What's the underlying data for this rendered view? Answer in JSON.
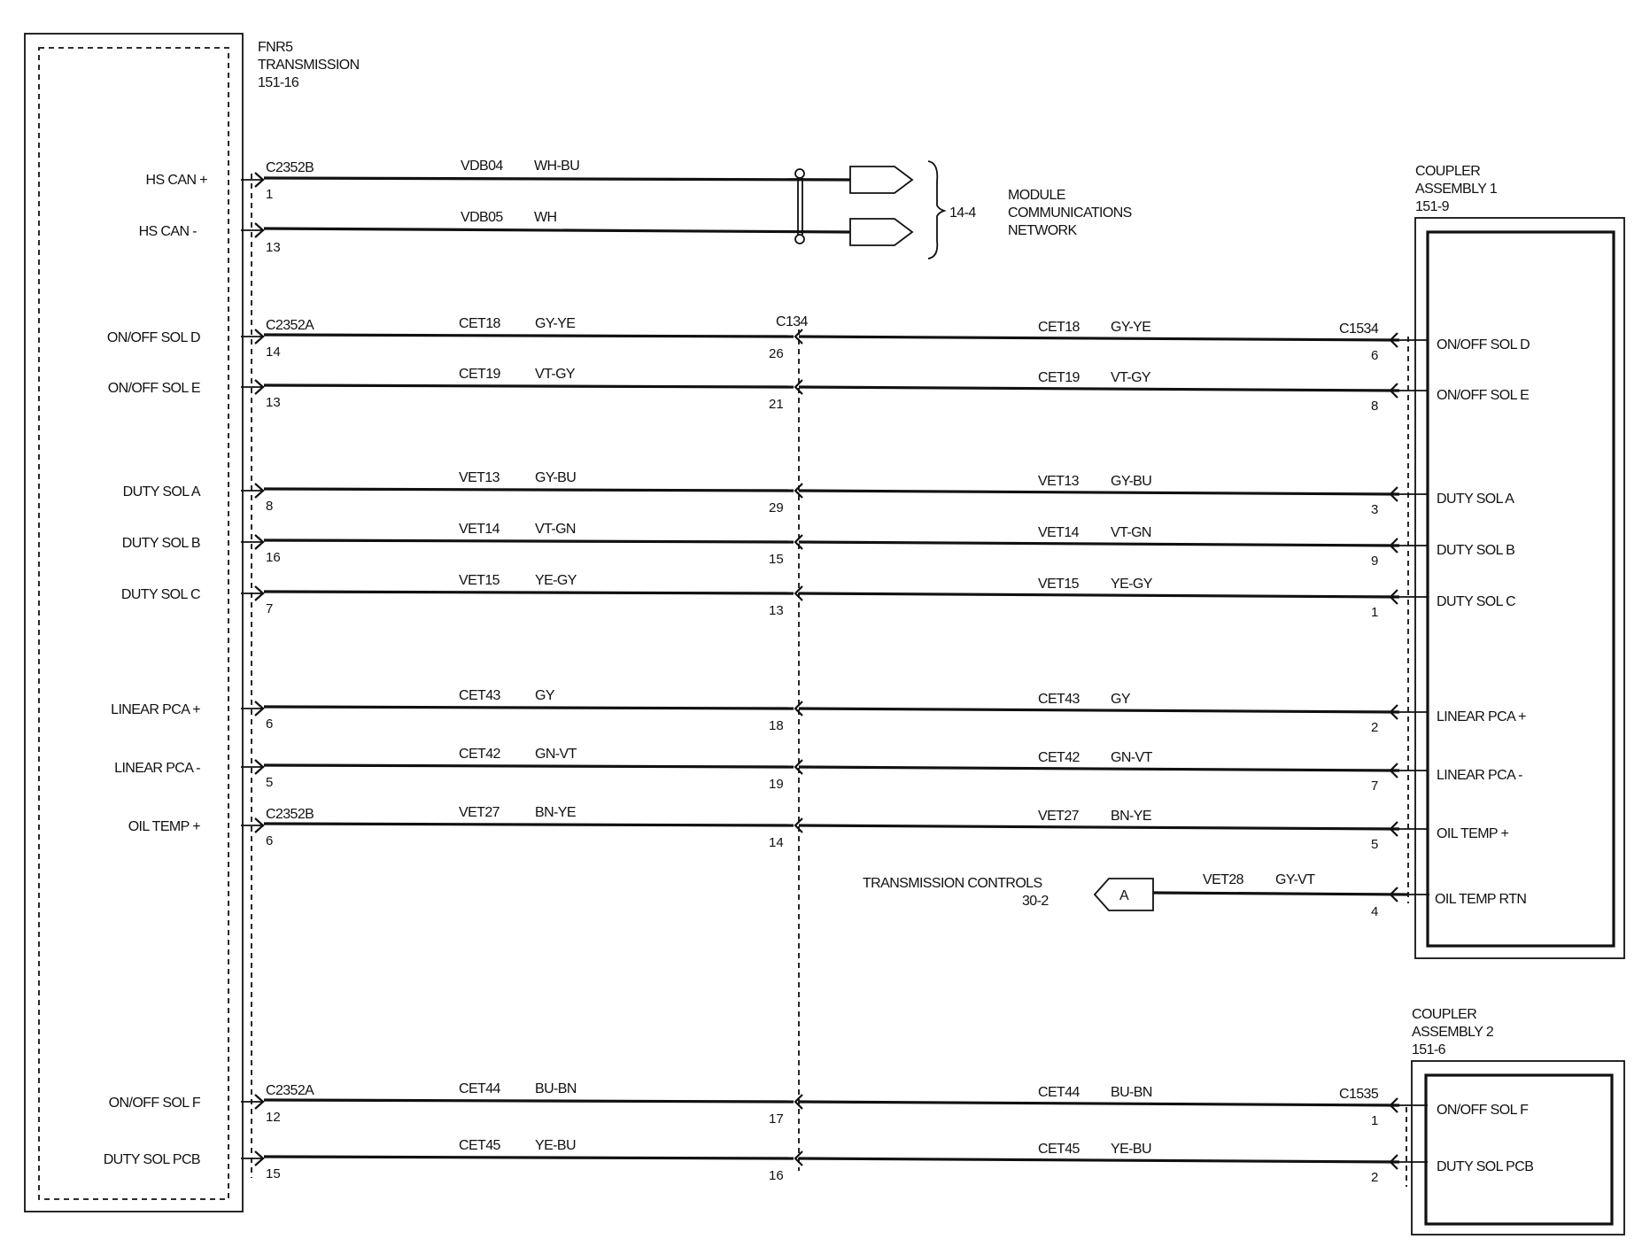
{
  "module": {
    "title_lines": [
      "FNR5",
      "TRANSMISSION",
      "151-16"
    ]
  },
  "network": {
    "ref": "14-4",
    "title_lines": [
      "MODULE",
      "COMMUNICATIONS",
      "NETWORK"
    ]
  },
  "couplers": [
    {
      "title_lines": [
        "COUPLER",
        "ASSEMBLY 1",
        "151-9"
      ]
    },
    {
      "title_lines": [
        "COUPLER",
        "ASSEMBLY 2",
        "151-6"
      ]
    }
  ],
  "trans_controls": {
    "title": "TRANSMISSION CONTROLS",
    "ref": "30-2",
    "connector_letter": "A",
    "circuit": "VET28",
    "color": "GY-VT",
    "pin": "4",
    "pin_label": "OIL TEMP RTN"
  },
  "can_wires": [
    {
      "label": "HS CAN +",
      "connector": "C2352B",
      "pin": "1",
      "circuit": "VDB04",
      "color": "WH-BU"
    },
    {
      "label": "HS CAN -",
      "connector": "",
      "pin": "13",
      "circuit": "VDB05",
      "color": "WH"
    }
  ],
  "wires": [
    {
      "left_label": "ON/OFF SOL D",
      "left_conn": "C2352A",
      "left_pin": "14",
      "circuit": "CET18",
      "color": "GY-YE",
      "mid_conn": "C134",
      "mid_pin": "26",
      "right_conn": "C1534",
      "right_pin": "6",
      "right_label": "ON/OFF SOL D"
    },
    {
      "left_label": "ON/OFF SOL E",
      "left_conn": "",
      "left_pin": "13",
      "circuit": "CET19",
      "color": "VT-GY",
      "mid_conn": "",
      "mid_pin": "21",
      "right_conn": "",
      "right_pin": "8",
      "right_label": "ON/OFF SOL E"
    },
    {
      "left_label": "DUTY SOL A",
      "left_conn": "",
      "left_pin": "8",
      "circuit": "VET13",
      "color": "GY-BU",
      "mid_conn": "",
      "mid_pin": "29",
      "right_conn": "",
      "right_pin": "3",
      "right_label": "DUTY SOL A"
    },
    {
      "left_label": "DUTY SOL B",
      "left_conn": "",
      "left_pin": "16",
      "circuit": "VET14",
      "color": "VT-GN",
      "mid_conn": "",
      "mid_pin": "15",
      "right_conn": "",
      "right_pin": "9",
      "right_label": "DUTY SOL B"
    },
    {
      "left_label": "DUTY SOL C",
      "left_conn": "",
      "left_pin": "7",
      "circuit": "VET15",
      "color": "YE-GY",
      "mid_conn": "",
      "mid_pin": "13",
      "right_conn": "",
      "right_pin": "1",
      "right_label": "DUTY SOL C"
    },
    {
      "left_label": "LINEAR PCA +",
      "left_conn": "",
      "left_pin": "6",
      "circuit": "CET43",
      "color": "GY",
      "mid_conn": "",
      "mid_pin": "18",
      "right_conn": "",
      "right_pin": "2",
      "right_label": "LINEAR PCA +"
    },
    {
      "left_label": "LINEAR PCA -",
      "left_conn": "",
      "left_pin": "5",
      "circuit": "CET42",
      "color": "GN-VT",
      "mid_conn": "",
      "mid_pin": "19",
      "right_conn": "",
      "right_pin": "7",
      "right_label": "LINEAR PCA -"
    },
    {
      "left_label": "OIL TEMP +",
      "left_conn": "C2352B",
      "left_pin": "6",
      "circuit": "VET27",
      "color": "BN-YE",
      "mid_conn": "",
      "mid_pin": "14",
      "right_conn": "",
      "right_pin": "5",
      "right_label": "OIL TEMP +"
    },
    {
      "left_label": "ON/OFF SOL F",
      "left_conn": "C2352A",
      "left_pin": "12",
      "circuit": "CET44",
      "color": "BU-BN",
      "mid_conn": "",
      "mid_pin": "17",
      "right_conn": "C1535",
      "right_pin": "1",
      "right_label": "ON/OFF SOL F"
    },
    {
      "left_label": "DUTY SOL PCB",
      "left_conn": "",
      "left_pin": "15",
      "circuit": "CET45",
      "color": "YE-BU",
      "mid_conn": "",
      "mid_pin": "16",
      "right_conn": "",
      "right_pin": "2",
      "right_label": "DUTY SOL PCB"
    }
  ]
}
